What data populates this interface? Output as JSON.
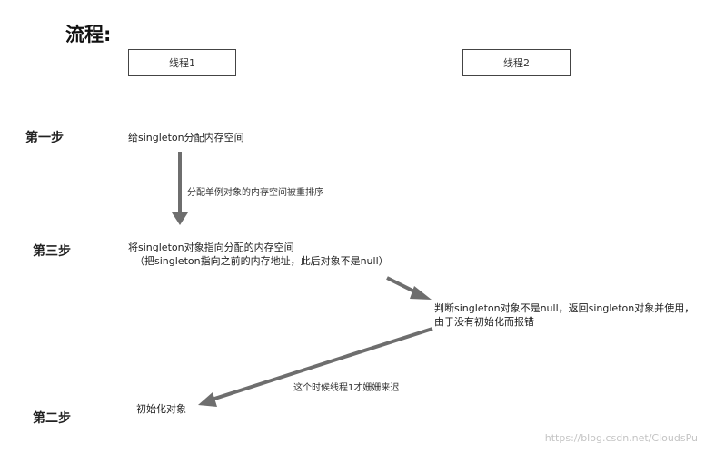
{
  "title": "流程:",
  "threads": {
    "thread1": "线程1",
    "thread2": "线程2"
  },
  "steps": {
    "step1": "第一步",
    "step3": "第三步",
    "step2": "第二步"
  },
  "actions": {
    "allocate": "给singleton分配内存空间",
    "point_line1": "将singleton对象指向分配的内存空间",
    "point_line2": "（把singleton指向之前的内存地址，此后对象不是null）",
    "judge_line1": "判断singleton对象不是null，返回singleton对象并使用，",
    "judge_line2": "由于没有初始化而报错",
    "init": "初始化对象"
  },
  "notes": {
    "reorder": "分配单例对象的内存空间被重排序",
    "late": "这个时候线程1才姗姗来迟"
  },
  "watermark": "https://blog.csdn.net/CloudsPu",
  "colors": {
    "arrow": "#6e6e6e",
    "box_border": "#444444",
    "watermark": "#c4c4c4"
  }
}
